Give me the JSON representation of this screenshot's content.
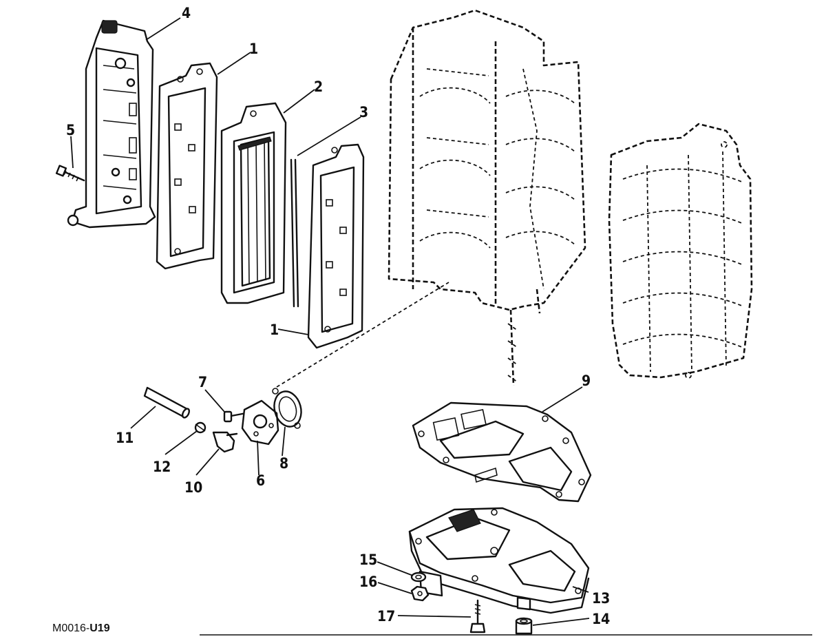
{
  "diagram": {
    "callouts": [
      "4",
      "1",
      "2",
      "3",
      "5",
      "1",
      "7",
      "9",
      "11",
      "12",
      "10",
      "6",
      "8",
      "15",
      "16",
      "13",
      "17",
      "14"
    ],
    "figure_code": {
      "prefix": "M0016-",
      "suffix": "U19"
    }
  }
}
